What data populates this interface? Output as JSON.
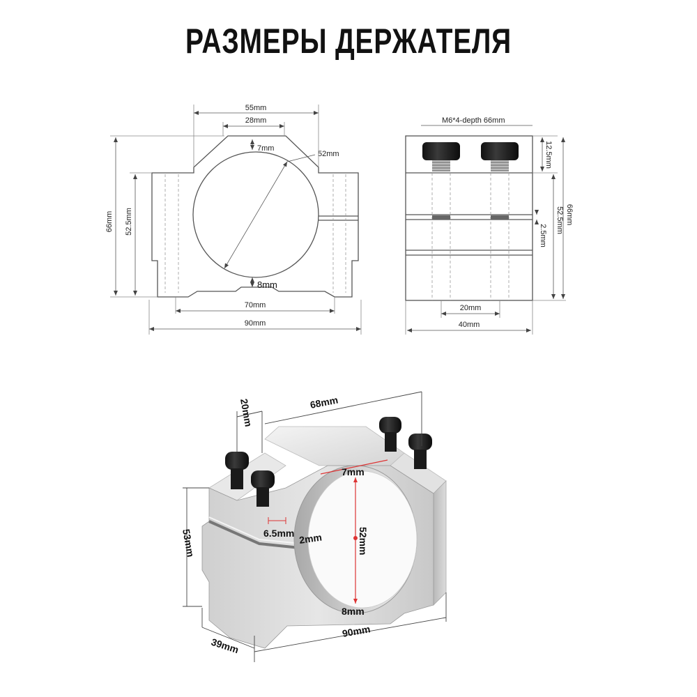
{
  "title": "РАЗМЕРЫ ДЕРЖАТЕЛЯ",
  "front_view": {
    "w55": "55mm",
    "w28": "28mm",
    "d7": "7mm",
    "d52": "52mm",
    "h66": "66mm",
    "h52_5": "52.5mm",
    "d8": "8mm",
    "w70": "70mm",
    "w90": "90mm"
  },
  "side_view": {
    "screw_note": "M6*4-depth 66mm",
    "h12_5": "12.5mm",
    "h66": "66mm",
    "h52_5": "52.5mm",
    "h2_5": "2.5mm",
    "w20": "20mm",
    "w40": "40mm"
  },
  "iso_view": {
    "d20": "20mm",
    "d68": "68mm",
    "d7": "7mm",
    "d53": "53mm",
    "d6_5": "6.5mm",
    "d2": "2mm",
    "d52": "52mm",
    "d8": "8mm",
    "d39": "39mm",
    "d90": "90mm"
  }
}
